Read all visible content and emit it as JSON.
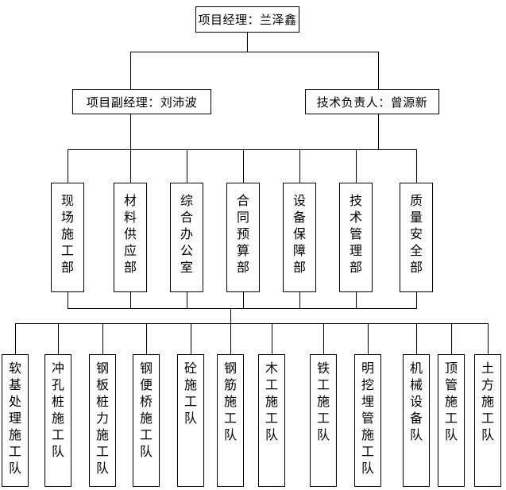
{
  "org_chart": {
    "project_manager": "项目经理：兰泽鑫",
    "deputies": [
      "项目副经理：刘沛波",
      "技术负责人：曾源新"
    ],
    "departments": [
      "现场施工部",
      "材料供应部",
      "综合办公室",
      "合同预算部",
      "设备保障部",
      "技术管理部",
      "质量安全部"
    ],
    "teams": [
      "软基处理施工队",
      "冲孔桩施工队",
      "钢板桩力施工队",
      "钢便桥施工队",
      "砼施工队",
      "钢筋施工队",
      "木工施工队",
      "铁工施工队",
      "明挖埋管施工队",
      "机械设备队",
      "顶管施工队",
      "土方施工队"
    ],
    "colors": {
      "line": "#000000",
      "box_border": "#000000",
      "background": "#ffffff",
      "text": "#000000"
    }
  }
}
